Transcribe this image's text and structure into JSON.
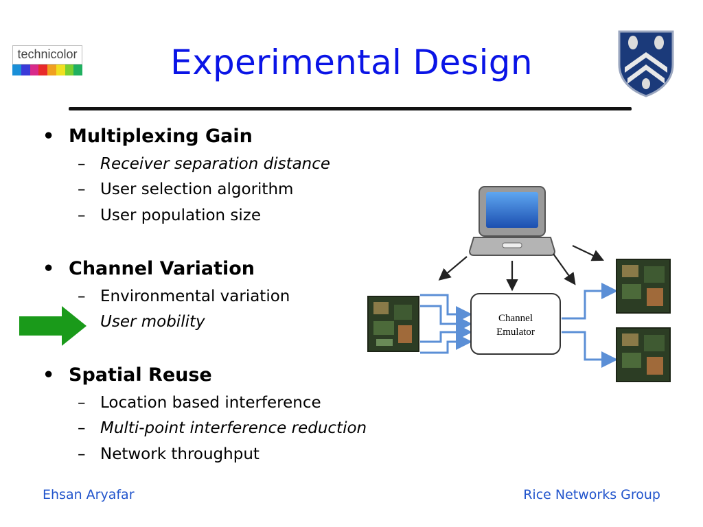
{
  "slide": {
    "title": "Experimental Design",
    "logo_left_text": "technicolor",
    "sections": [
      {
        "heading": "Multiplexing Gain",
        "items": [
          "Receiver separation distance",
          "User selection algorithm",
          "User population size"
        ]
      },
      {
        "heading": "Channel Variation",
        "items": [
          "Environmental variation",
          "User mobility"
        ]
      },
      {
        "heading": "Spatial Reuse",
        "items": [
          "Location based interference",
          "Multi-point interference reduction",
          "Network throughput"
        ]
      }
    ],
    "bullet_symbol": "•",
    "dash_symbol": "–"
  },
  "diagram": {
    "emulator_label_line1": "Channel",
    "emulator_label_line2": "Emulator"
  },
  "footer": {
    "left": "Ehsan Aryafar",
    "right": "Rice Networks Group"
  },
  "colors": {
    "title": "#0a14e6",
    "footer": "#2255cc",
    "arrow_green": "#1a9a1a",
    "link_blue": "#5b8fd6"
  },
  "icons": [
    "technicolor-logo",
    "rice-shield-logo",
    "laptop-icon",
    "green-arrow-icon",
    "circuit-board-icon"
  ]
}
